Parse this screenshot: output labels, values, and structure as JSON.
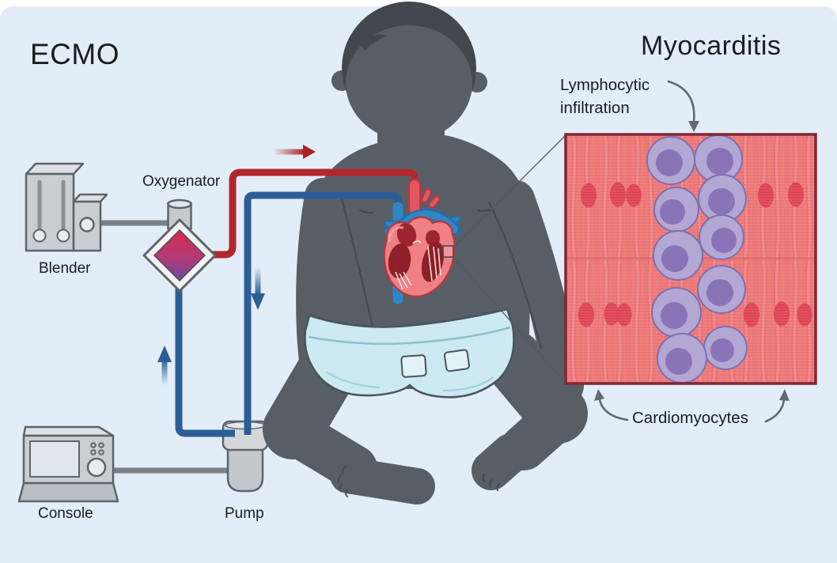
{
  "titles": {
    "left": "ECMO",
    "right": "Myocarditis"
  },
  "ecmo_labels": {
    "oxygenator": "Oxygenator",
    "blender": "Blender",
    "console": "Console",
    "pump": "Pump"
  },
  "inset_labels": {
    "infiltration_line1": "Lymphocytic",
    "infiltration_line2": "infiltration",
    "cardiomyocytes": "Cardiomyocytes"
  },
  "icons": {
    "arterial_flow_arrow": "right-arrow",
    "venous_down_arrow": "down-arrow",
    "venous_up_arrow": "up-arrow",
    "infiltration_pointer": "curved-down-arrow",
    "cardiomyocyte_pointers": "curved-up-arrows"
  },
  "colors": {
    "background": "#e2edf7",
    "top_margin": "#ffffff",
    "text_ink": "#1b1d20",
    "arterial_red": "#b2272e",
    "venous_blue": "#2b5e97",
    "body_gray": "#585e66",
    "hair_gray": "#42474d",
    "device_gray": "#c9ced3",
    "device_outline": "#5d646b",
    "diaper_blue": "#cde9f1",
    "oxygenator_gradient_top": "#d6294a",
    "oxygenator_gradient_bottom": "#6a4b9e",
    "tissue_pink": "#f1807f",
    "tissue_nucleus_red": "#ea4f60",
    "inset_border_maroon": "#7e2837",
    "lymphocyte_purple": "#b3a7d3",
    "lymphocyte_nucleus_purple": "#8a74b8",
    "pointer_gray": "#64696f",
    "heart_wall_pink": "#ee8086",
    "heart_chamber_red": "#8f1f28",
    "heart_vessel_blue": "#2f86c5"
  }
}
